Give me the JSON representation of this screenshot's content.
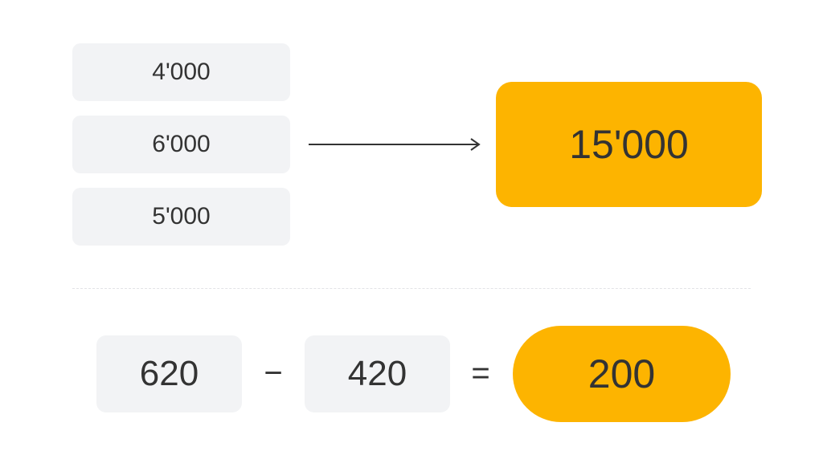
{
  "sum_diagram": {
    "inputs": [
      {
        "label": "4'000"
      },
      {
        "label": "6'000"
      },
      {
        "label": "5'000"
      }
    ],
    "total": "15'000"
  },
  "subtraction": {
    "minuend": "620",
    "operator_minus": "−",
    "subtrahend": "420",
    "operator_equals": "=",
    "result": "200"
  },
  "colors": {
    "accent": "#fdb400",
    "box_bg": "#f2f3f5",
    "text": "#333333"
  }
}
